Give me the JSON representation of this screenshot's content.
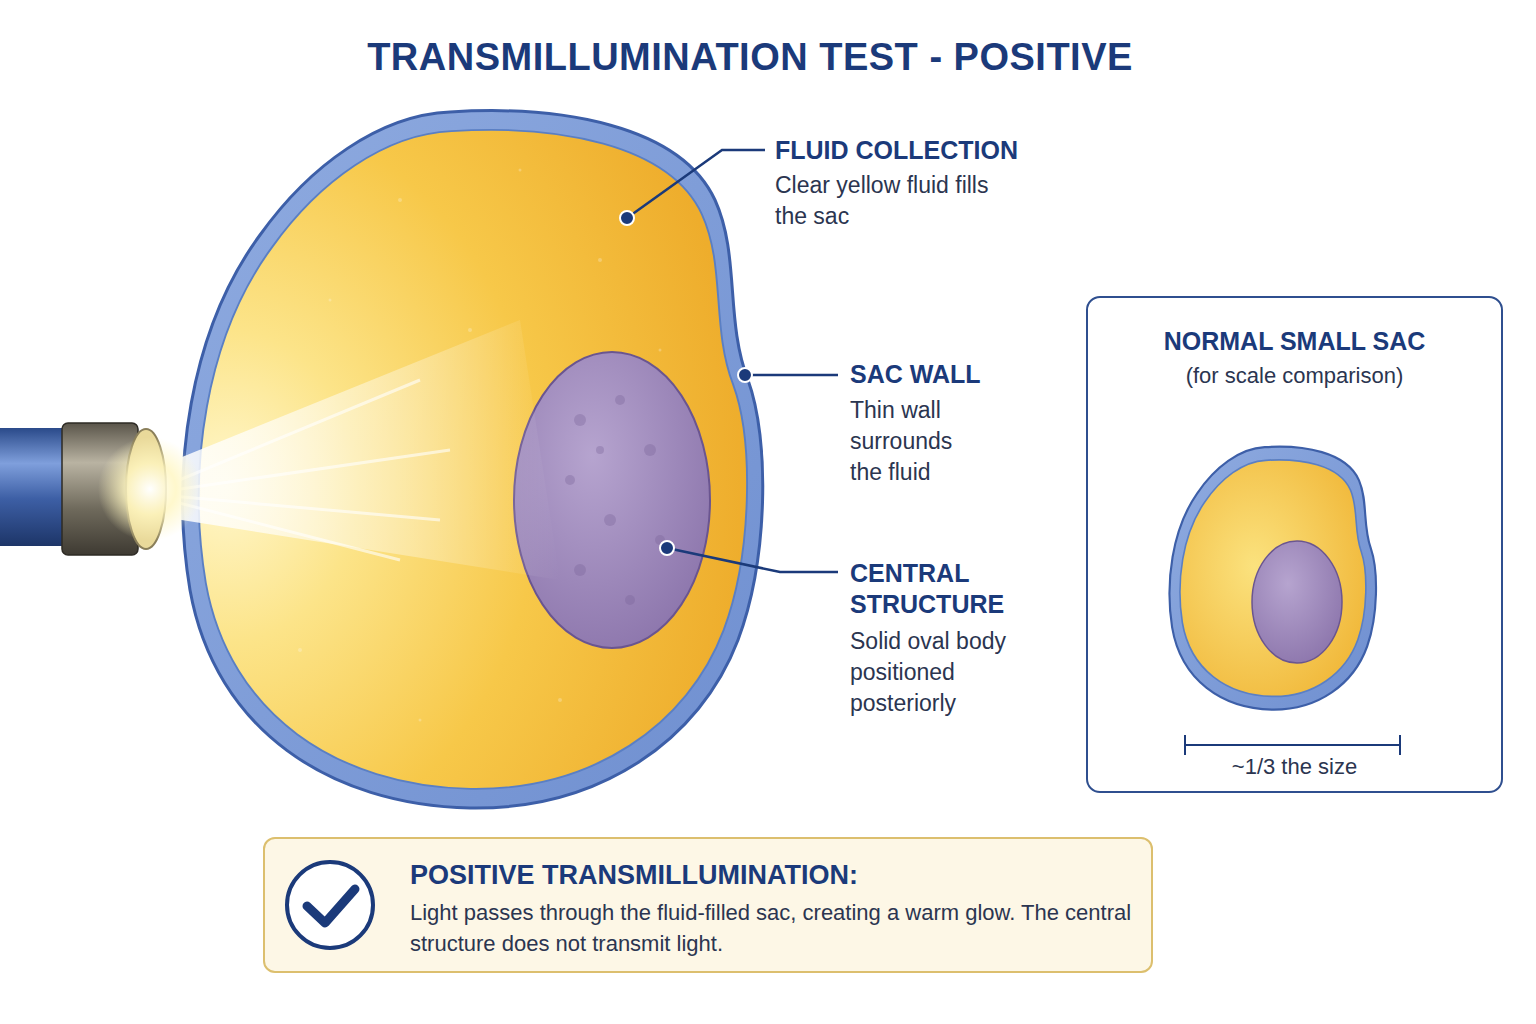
{
  "diagram": {
    "title": "TRANSMILLUMINATION TEST - POSITIVE",
    "nodes": [
      {
        "text": [
          "NORMAL SMALL SAC",
          "(for scale comparison)",
          "~1/3 the size"
        ]
      },
      {
        "text": [
          "POSITIVE TRANSMILLUMINATION:",
          "Light passes through the fluid-filled sac, creating a warm glow. The central structure does not transmit light."
        ]
      }
    ],
    "labels": [
      "FLUID COLLECTION",
      "Clear yellow fluid fills the sac",
      "SAC WALL",
      "Thin wall surrounds the fluid",
      "CENTRAL STRUCTURE",
      "Solid oval body positioned posteriorly"
    ]
  }
}
